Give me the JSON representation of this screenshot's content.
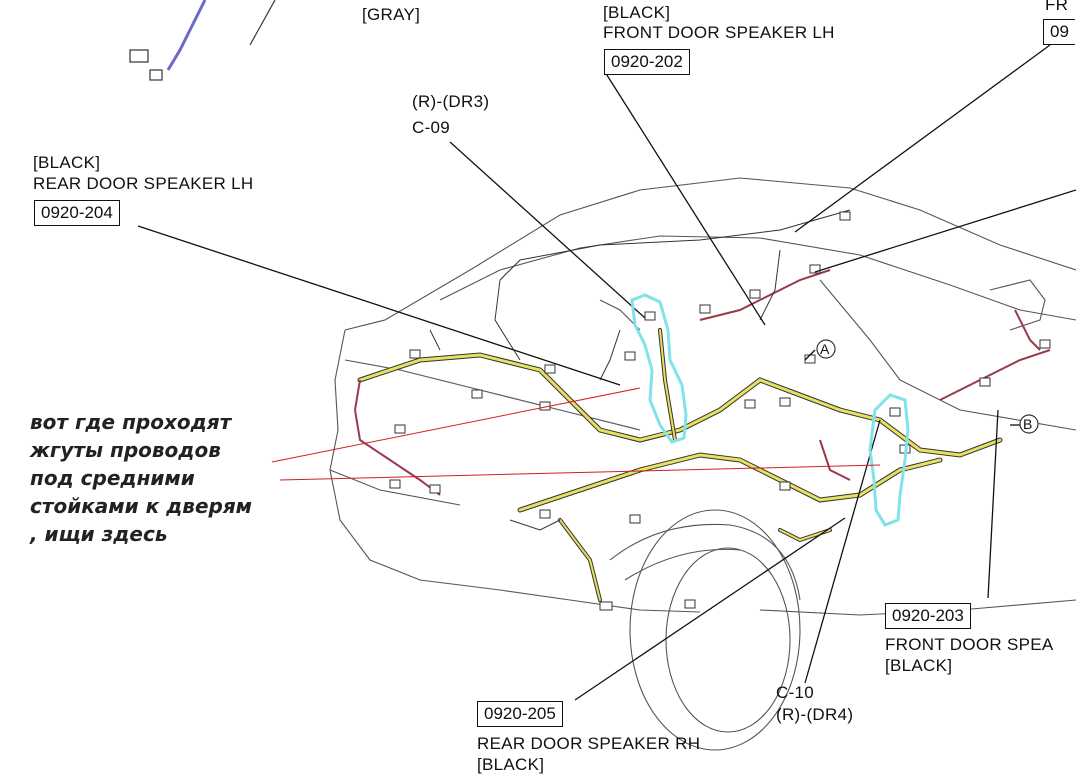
{
  "labels": {
    "gray_top": "[GRAY]",
    "front_lh_color": "[BLACK]",
    "front_lh_name": "FRONT DOOR SPEAKER LH",
    "front_lh_code": "0920-202",
    "top_right_partial": "FR",
    "top_right_code_partial": "09",
    "c09_pos": "(R)-(DR3)",
    "c09_name": "C-09",
    "rear_lh_color": "[BLACK]",
    "rear_lh_name": "REAR DOOR SPEAKER LH",
    "rear_lh_code": "0920-204",
    "front_rh_code": "0920-203",
    "front_rh_name": "FRONT DOOR SPEA",
    "front_rh_color": "[BLACK]",
    "c10_name": "C-10",
    "c10_pos": "(R)-(DR4)",
    "rear_rh_code": "0920-205",
    "rear_rh_name": "REAR DOOR SPEAKER RH",
    "rear_rh_color": "[BLACK]",
    "marker_a": "A",
    "marker_b": "B"
  },
  "annotation": {
    "lines": [
      "вот где проходят",
      "жгуты проводов",
      "под средними",
      "стойками к дверям",
      ", ищи здесь"
    ]
  },
  "colors": {
    "outline": "#555555",
    "harness_yellow": "#e8e060",
    "harness_red": "#9a3a4a",
    "highlight": "#7fe3e8",
    "arrow_red": "#d02020",
    "leader": "#111111"
  }
}
